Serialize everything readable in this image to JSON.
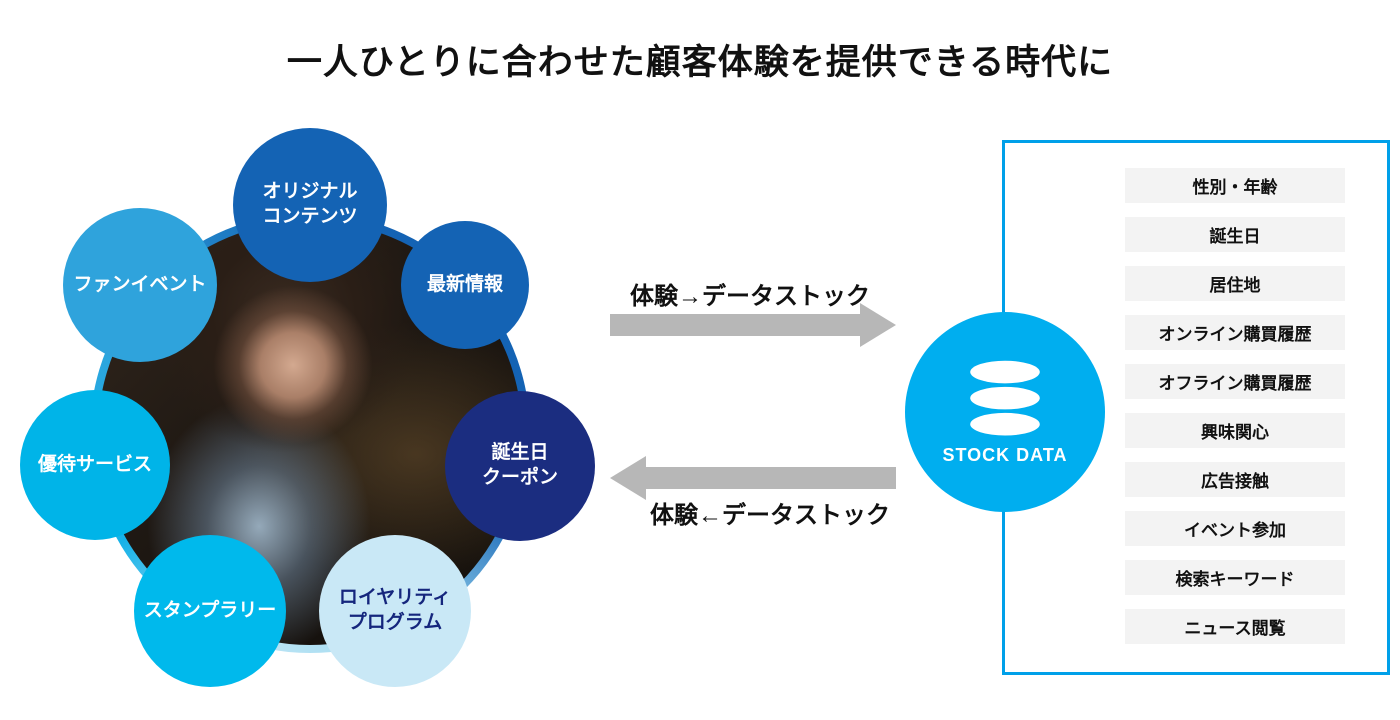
{
  "title": "一人ひとりに合わせた顧客体験を提供できる時代に",
  "experience_bubbles": [
    {
      "label": "オリジナル\nコンテンツ",
      "color": "#1463b4",
      "text_color": "#ffffff"
    },
    {
      "label": "ファンイベント",
      "color": "#2fa3dc",
      "text_color": "#ffffff"
    },
    {
      "label": "最新情報",
      "color": "#1463b4",
      "text_color": "#ffffff"
    },
    {
      "label": "誕生日\nクーポン",
      "color": "#1b2d80",
      "text_color": "#ffffff"
    },
    {
      "label": "優待サービス",
      "color": "#00b4e8",
      "text_color": "#ffffff"
    },
    {
      "label": "スタンプラリー",
      "color": "#00b9ec",
      "text_color": "#ffffff"
    },
    {
      "label": "ロイヤリティ\nプログラム",
      "color": "#c9e8f6",
      "text_color": "#15267d"
    }
  ],
  "flows": {
    "to_stock_label": "体験→データストック",
    "from_stock_label": "体験←データストック",
    "arrow_color": "#b7b7b7"
  },
  "stock_data": {
    "label": "STOCK DATA",
    "circle_color": "#00aeef",
    "icon": "database-icon"
  },
  "panel": {
    "border_color": "#00a0e9",
    "items": [
      "性別・年齢",
      "誕生日",
      "居住地",
      "オンライン購買履歴",
      "オフライン購買履歴",
      "興味関心",
      "広告接触",
      "イベント参加",
      "検索キーワード",
      "ニュース閲覧"
    ]
  }
}
